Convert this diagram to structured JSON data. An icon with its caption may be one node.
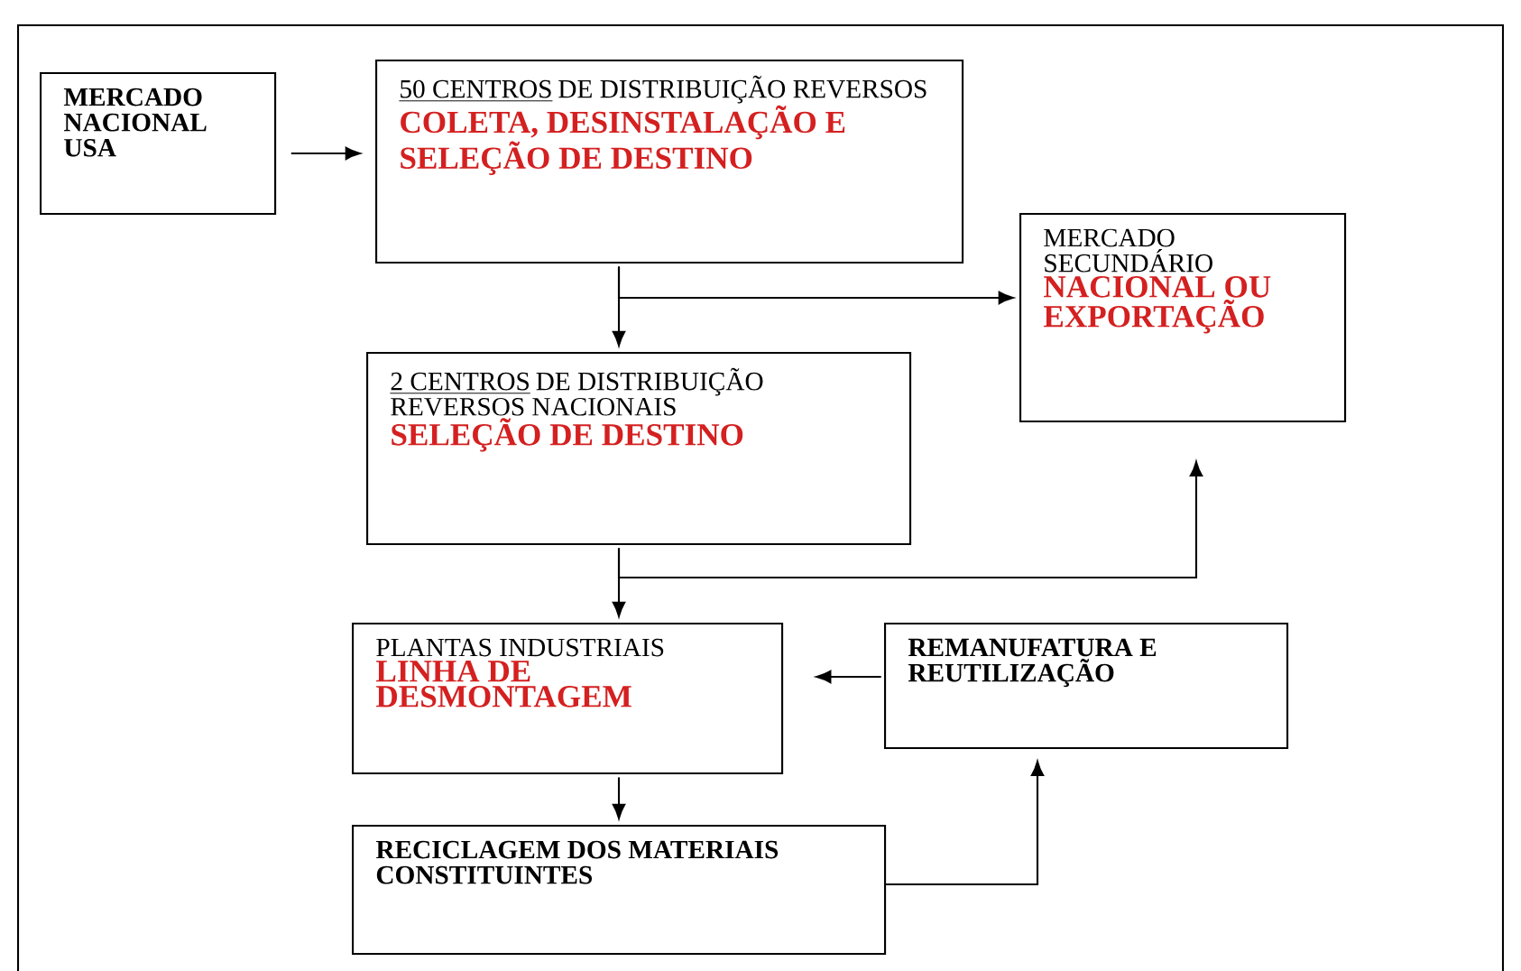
{
  "diagram": {
    "nodes": [
      {
        "text": [
          "MERCADO NACIONAL USA"
        ]
      },
      {
        "text": [
          "50 CENTROS",
          "DE DISTRIBUIÇÃO REVERSOS",
          "COLETA, DESINSTALAÇÃO E SELEÇÃO DE DESTINO"
        ]
      },
      {
        "text": [
          "MERCADO SECUNDÁRIO",
          "NACIONAL OU EXPORTAÇÃO"
        ]
      },
      {
        "text": [
          "2 CENTROS",
          "DE DISTRIBUIÇÃO REVERSOS NACIONAIS",
          "SELEÇÃO DE DESTINO"
        ]
      },
      {
        "text": [
          "PLANTAS INDUSTRIAIS",
          "LINHA DE DESMONTAGEM"
        ]
      },
      {
        "text": [
          "REMANUFATURA E REUTILIZAÇÃO"
        ]
      },
      {
        "text": [
          "RECICLAGEM DOS MATERIAIS CONSTITUINTES"
        ]
      }
    ],
    "edges": [
      {
        "from": 0,
        "to": 1,
        "arrow": "to"
      },
      {
        "from": 1,
        "to": 3,
        "arrow": "to"
      },
      {
        "from": 1,
        "to": 2,
        "arrow": "to"
      },
      {
        "from": 3,
        "to": 4,
        "arrow": "to"
      },
      {
        "from": 3,
        "to": 2,
        "arrow": "to"
      },
      {
        "from": 5,
        "to": 4,
        "arrow": "to"
      },
      {
        "from": 4,
        "to": 6,
        "arrow": "to"
      },
      {
        "from": 6,
        "to": 5,
        "arrow": "to"
      }
    ]
  }
}
